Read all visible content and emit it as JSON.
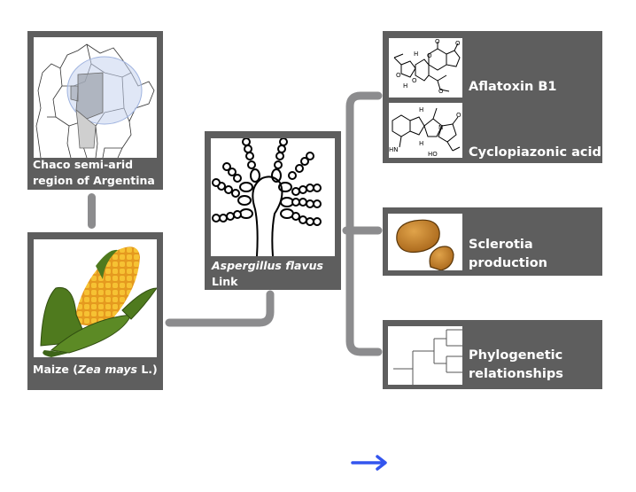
{
  "diagram": {
    "nodes": {
      "region": {
        "label_line1": "Chaco semi-arid",
        "label_line2": "region of Argentina",
        "image": "map-of-northern-argentina-icon"
      },
      "host": {
        "label_prefix": "Maize (",
        "label_italic": "Zea mays",
        "label_suffix": " L.)",
        "image": "corn-cob-icon"
      },
      "organism": {
        "label_italic": "Aspergillus flavus",
        "label_suffix": " Link",
        "image": "conidiophore-icon"
      },
      "mycotoxins": {
        "items": [
          {
            "label": "Aflatoxin B1",
            "image": "aflatoxin-b1-structure-icon"
          },
          {
            "label": "Cyclopiazonic acid",
            "image": "cyclopiazonic-acid-structure-icon"
          }
        ]
      },
      "sclerotia": {
        "label_line1": "Sclerotia",
        "label_line2": "production",
        "image": "sclerotia-icon"
      },
      "phylogeny": {
        "label_line1": "Phylogenetic",
        "label_line2": "relationships",
        "image": "phylogenetic-tree-icon"
      }
    },
    "edges": [
      {
        "from": "region",
        "to": "host"
      },
      {
        "from": "host",
        "to": "organism"
      },
      {
        "from": "organism",
        "to": "mycotoxins"
      },
      {
        "from": "organism",
        "to": "sclerotia"
      },
      {
        "from": "organism",
        "to": "phylogeny"
      }
    ],
    "colors": {
      "box": "#5e5e5e",
      "connector": "#8c8c8e",
      "arrow": "#3355ee",
      "sclerotia": "#c8862a"
    },
    "footer_icon": "right-arrow-icon"
  }
}
